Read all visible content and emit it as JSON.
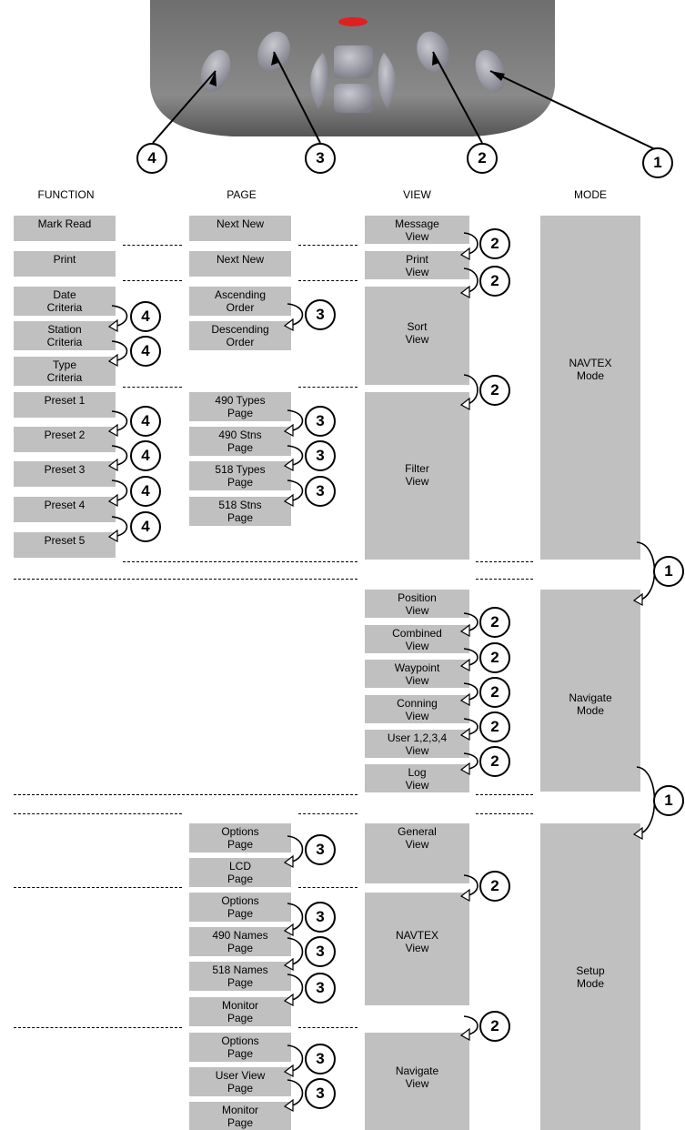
{
  "headers": {
    "function": "FUNCTION",
    "page": "PAGE",
    "view": "VIEW",
    "mode": "MODE"
  },
  "button_numbers": [
    "1",
    "2",
    "3",
    "4"
  ],
  "navtex": {
    "mode": "NAVTEX\nMode",
    "functions": [
      "Mark Read",
      "Print",
      "Date\nCriteria",
      "Station\nCriteria",
      "Type\nCriteria",
      "Preset 1",
      "Preset 2",
      "Preset 3",
      "Preset 4",
      "Preset 5"
    ],
    "pages": [
      "Next New",
      "Next New",
      "Ascending\nOrder",
      "Descending\nOrder",
      "490 Types\nPage",
      "490 Stns\nPage",
      "518 Types\nPage",
      "518 Stns\nPage"
    ],
    "views": [
      "Message\nView",
      "Print\nView",
      "Sort\nView",
      "Filter\nView"
    ]
  },
  "navigate": {
    "mode": "Navigate\nMode",
    "views": [
      "Position\nView",
      "Combined\nView",
      "Waypoint\nView",
      "Conning\nView",
      "User 1,2,3,4\nView",
      "Log\nView"
    ]
  },
  "setup": {
    "mode": "Setup\nMode",
    "pages": [
      "Options\nPage",
      "LCD\nPage",
      "Options\nPage",
      "490 Names\nPage",
      "518 Names\nPage",
      "Monitor\nPage",
      "Options\nPage",
      "User View\nPage",
      "Monitor\nPage"
    ],
    "views": [
      "General\nView",
      "NAVTEX\nView",
      "Navigate\nView"
    ]
  },
  "colors": {
    "box": "#c0c0c0",
    "device": "#7a7a7a",
    "indicator": "#e02020"
  }
}
